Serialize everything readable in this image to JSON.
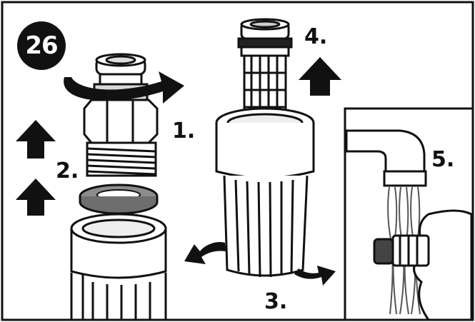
{
  "figure": {
    "badge_number": "26",
    "steps": {
      "s1": "1.",
      "s2": "2.",
      "s3": "3.",
      "s4": "4.",
      "s5": "5."
    }
  },
  "colors": {
    "ink": "#111111",
    "gasket": "#8c8c8c",
    "water": "#555555",
    "background": "#ffffff"
  }
}
